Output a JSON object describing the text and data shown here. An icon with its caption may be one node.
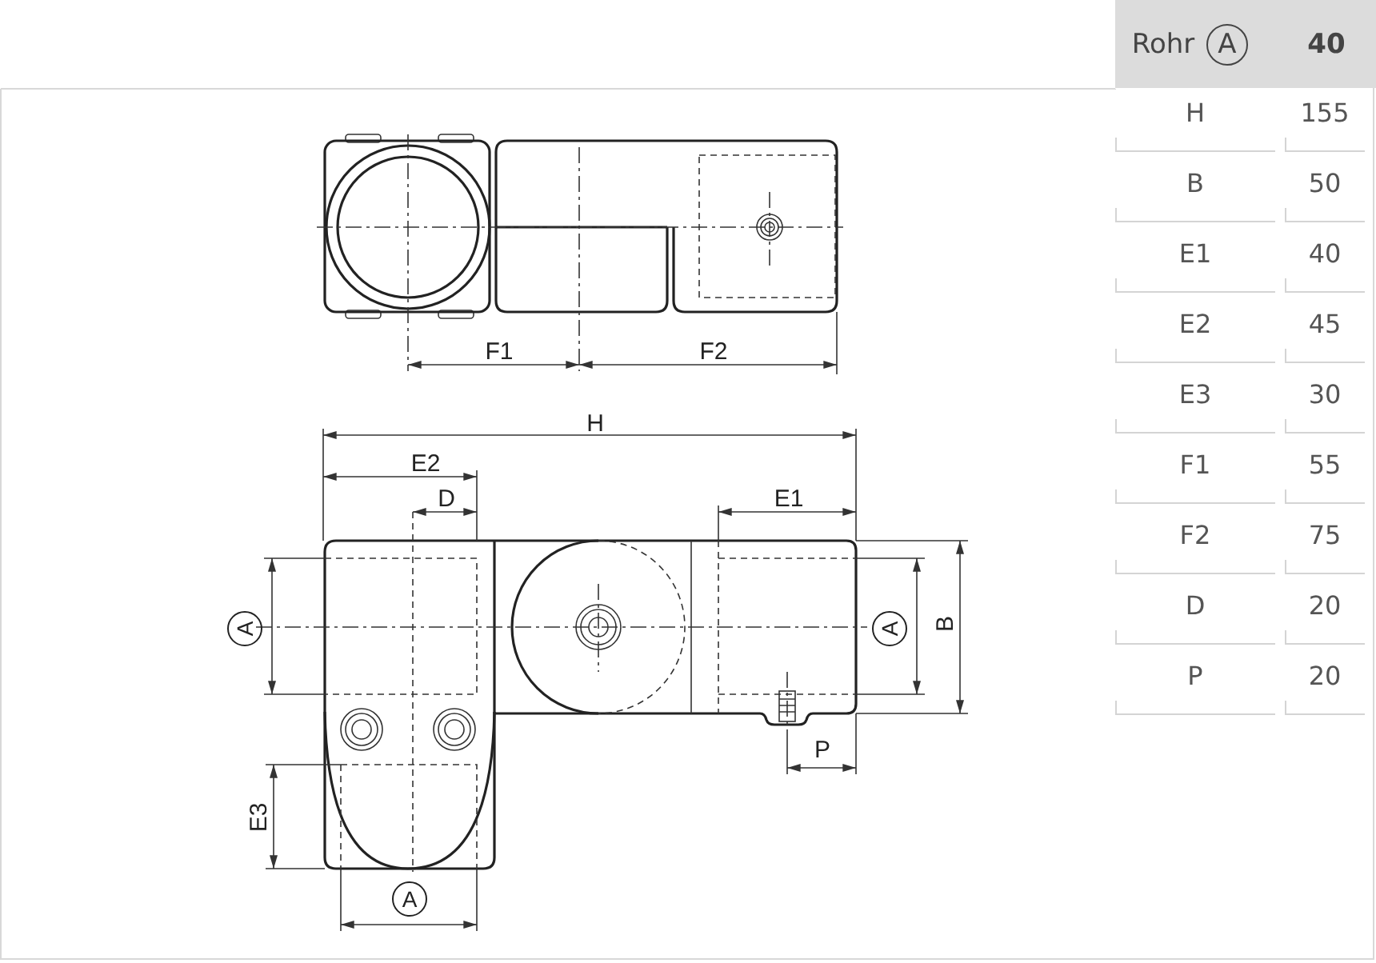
{
  "diagram": {
    "labels": [
      "Rohr",
      "A",
      "40",
      "H",
      "155",
      "B",
      "50",
      "E1",
      "40",
      "E2",
      "45",
      "E3",
      "30",
      "F1",
      "55",
      "F2",
      "75",
      "D",
      "20",
      "P",
      "20",
      "F1",
      "F2",
      "H",
      "E2",
      "D",
      "E1",
      "A",
      "A",
      "B",
      "P",
      "E3",
      "A"
    ]
  }
}
